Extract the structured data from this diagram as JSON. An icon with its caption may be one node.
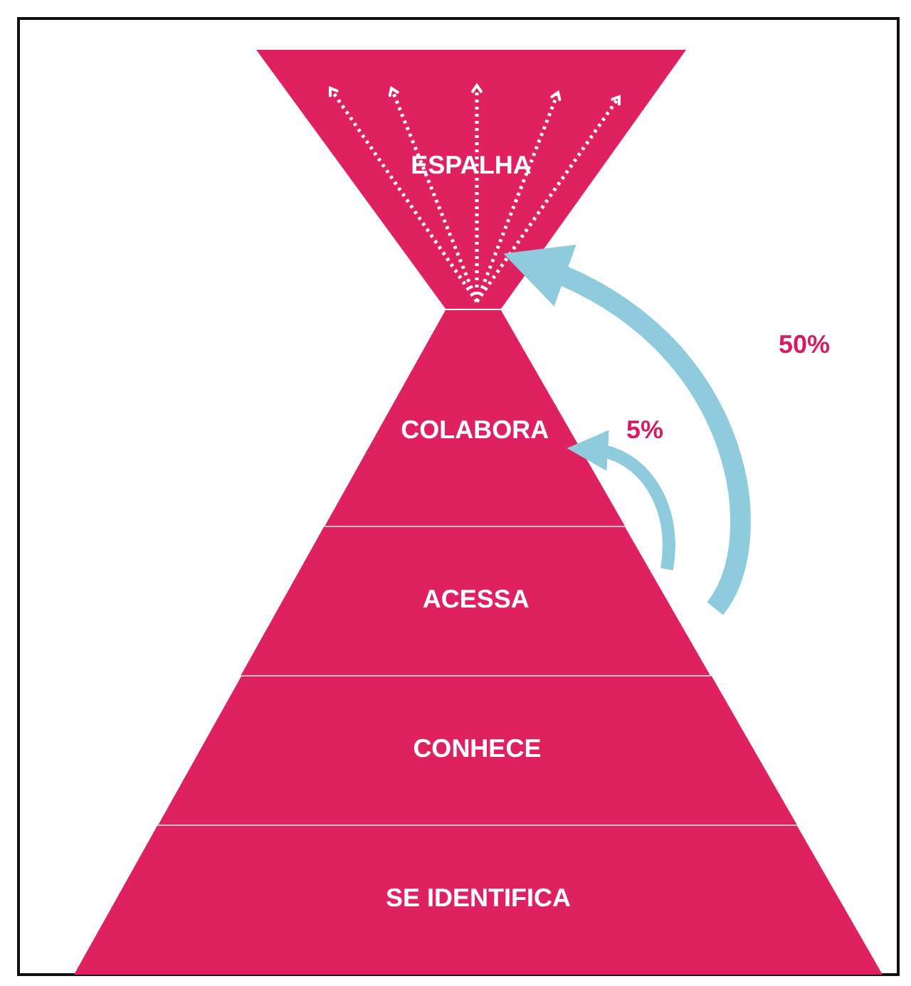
{
  "diagram": {
    "nodes": [
      {
        "text": [
          "ESPALHA"
        ]
      },
      {
        "text": [
          "COLABORA"
        ]
      },
      {
        "text": [
          "ACESSA"
        ]
      },
      {
        "text": [
          "CONHECE"
        ]
      },
      {
        "text": [
          "SE IDENTIFICA"
        ]
      }
    ],
    "edges": [
      {
        "from": 2,
        "to": 1,
        "arrow": "to",
        "label": "5%"
      },
      {
        "from": 2,
        "to": 0,
        "arrow": "to",
        "label": "50%"
      }
    ]
  }
}
